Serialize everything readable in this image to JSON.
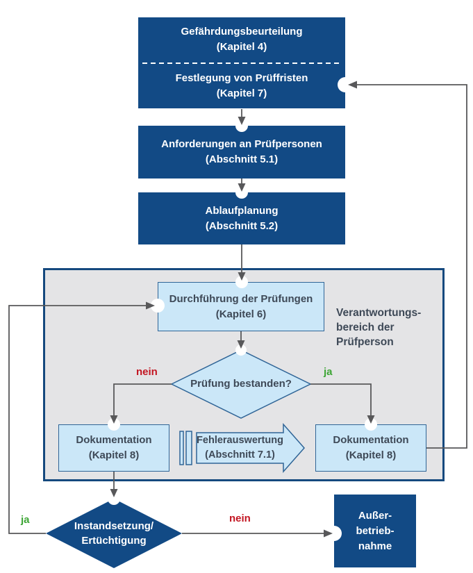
{
  "colors": {
    "dark-blue": "#124a85",
    "mid-blue": "#2f6496",
    "light-blue": "#cbe7f8",
    "container-bg": "#e4e4e6",
    "container-border": "#15497e",
    "line-gray": "#58585a",
    "text-dark": "#3e4957",
    "red": "#c31622",
    "green": "#3da535"
  },
  "nodes": {
    "gefaehrdungsbeurteilung": {
      "line1": "Gefährdungsbeurteilung",
      "line2": "(Kapitel 4)"
    },
    "festlegung": {
      "line1": "Festlegung von Prüffristen",
      "line2": "(Kapitel 7)"
    },
    "anforderungen": {
      "line1": "Anforderungen an Prüfpersonen",
      "line2": "(Abschnitt 5.1)"
    },
    "ablaufplanung": {
      "line1": "Ablaufplanung",
      "line2": "(Abschnitt 5.2)"
    },
    "durchfuehrung": {
      "line1": "Durchführung der Prüfungen",
      "line2": "(Kapitel 6)"
    },
    "pruefung_bestanden": {
      "label": "Prüfung bestanden?"
    },
    "dokumentation_links": {
      "line1": "Dokumentation",
      "line2": "(Kapitel 8)"
    },
    "fehlerauswertung": {
      "line1": "Fehlerauswertung",
      "line2": "(Abschnitt 7.1)"
    },
    "dokumentation_rechts": {
      "line1": "Dokumentation",
      "line2": "(Kapitel 8)"
    },
    "instandsetzung": {
      "line1": "Instandsetzung/",
      "line2": "Ertüchtigung"
    },
    "ausserbetriebnahme": {
      "line1": "Außer-",
      "line2": "betrieb-",
      "line3": "nahme"
    }
  },
  "region_label": {
    "line1": "Verantwortungs-",
    "line2": "bereich der",
    "line3": "Prüfperson"
  },
  "edge_labels": {
    "pass_no": "nein",
    "pass_yes": "ja",
    "repair_yes": "ja",
    "repair_no": "nein"
  }
}
